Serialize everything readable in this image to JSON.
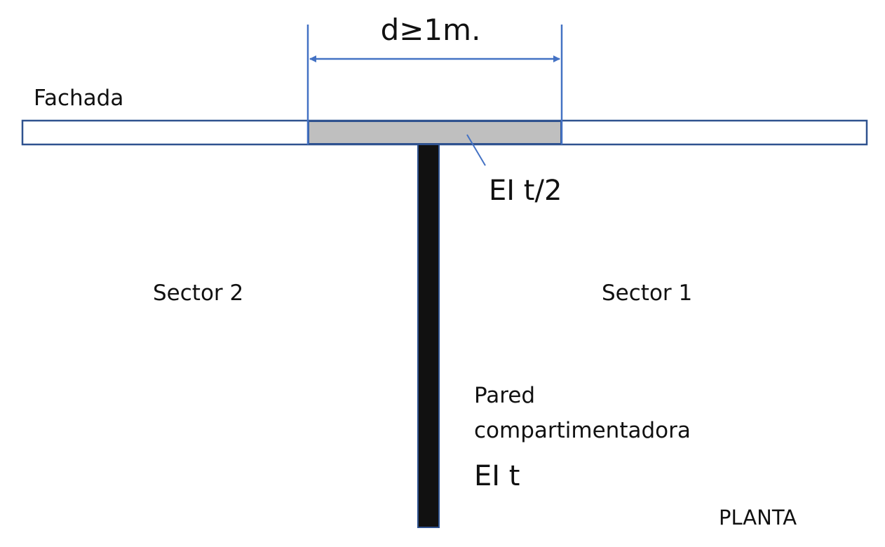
{
  "labels": {
    "dimension": "d≥1m.",
    "facade": "Fachada",
    "facade_segment": "EI t/2",
    "sector_left": "Sector 2",
    "sector_right": "Sector 1",
    "wall_line1": "Pared",
    "wall_line2": "compartimentadora",
    "wall_rating": "EI t",
    "view": "PLANTA"
  },
  "colors": {
    "line_blue": "#4472C4",
    "outline_dark": "#2F528F",
    "segment_fill": "#BFBFBF",
    "wall_fill": "#111111"
  }
}
